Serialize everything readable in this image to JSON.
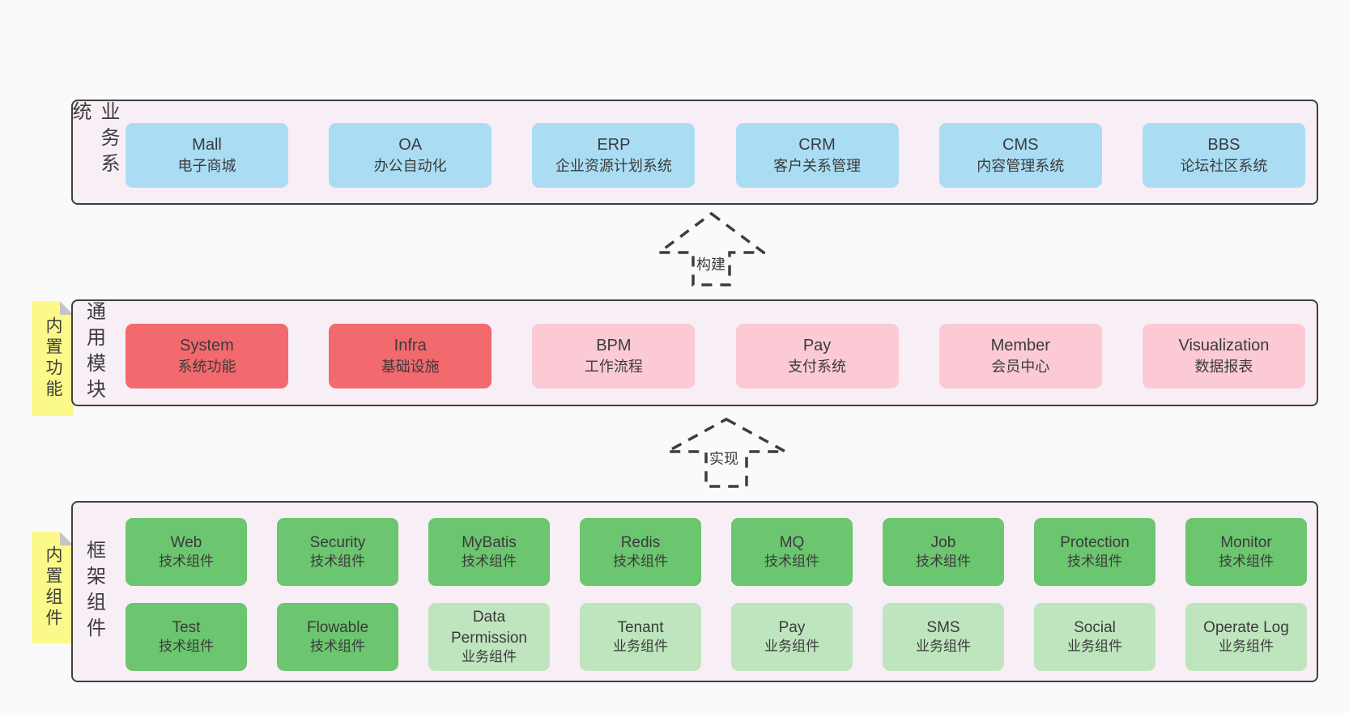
{
  "colors": {
    "page_background": "#fafafa",
    "layer_fill": "#f8eef6",
    "layer_border": "#3f3f3f",
    "blue_box": "#aaddf4",
    "red_box": "#f2696e",
    "pink_box": "#fbcad4",
    "green_box": "#6cc56f",
    "light_green_box": "#bee5bd",
    "tag_yellow": "#fcf98b",
    "text": "#3b3b3b"
  },
  "layers": {
    "business": {
      "label": "业务系统",
      "boxes": [
        {
          "en": "Mall",
          "zh": "电子商城"
        },
        {
          "en": "OA",
          "zh": "办公自动化"
        },
        {
          "en": "ERP",
          "zh": "企业资源计划系统"
        },
        {
          "en": "CRM",
          "zh": "客户关系管理"
        },
        {
          "en": "CMS",
          "zh": "内容管理系统"
        },
        {
          "en": "BBS",
          "zh": "论坛社区系统"
        }
      ]
    },
    "modules": {
      "label": "通用模块",
      "tag": "内置功能",
      "boxes": [
        {
          "en": "System",
          "zh": "系统功能"
        },
        {
          "en": "Infra",
          "zh": "基础设施"
        },
        {
          "en": "BPM",
          "zh": "工作流程"
        },
        {
          "en": "Pay",
          "zh": "支付系统"
        },
        {
          "en": "Member",
          "zh": "会员中心"
        },
        {
          "en": "Visualization",
          "zh": "数据报表"
        }
      ]
    },
    "components": {
      "label": "框架组件",
      "tag": "内置组件",
      "row1": [
        {
          "en": "Web",
          "zh": "技术组件"
        },
        {
          "en": "Security",
          "zh": "技术组件"
        },
        {
          "en": "MyBatis",
          "zh": "技术组件"
        },
        {
          "en": "Redis",
          "zh": "技术组件"
        },
        {
          "en": "MQ",
          "zh": "技术组件"
        },
        {
          "en": "Job",
          "zh": "技术组件"
        },
        {
          "en": "Protection",
          "zh": "技术组件"
        },
        {
          "en": "Monitor",
          "zh": "技术组件"
        }
      ],
      "row2": [
        {
          "en": "Test",
          "zh": "技术组件"
        },
        {
          "en": "Flowable",
          "zh": "技术组件"
        },
        {
          "en": "Data Permission",
          "zh": "业务组件"
        },
        {
          "en": "Tenant",
          "zh": "业务组件"
        },
        {
          "en": "Pay",
          "zh": "业务组件"
        },
        {
          "en": "SMS",
          "zh": "业务组件"
        },
        {
          "en": "Social",
          "zh": "业务组件"
        },
        {
          "en": "Operate Log",
          "zh": "业务组件"
        }
      ]
    }
  },
  "arrows": {
    "build": "构建",
    "implement": "实现"
  }
}
